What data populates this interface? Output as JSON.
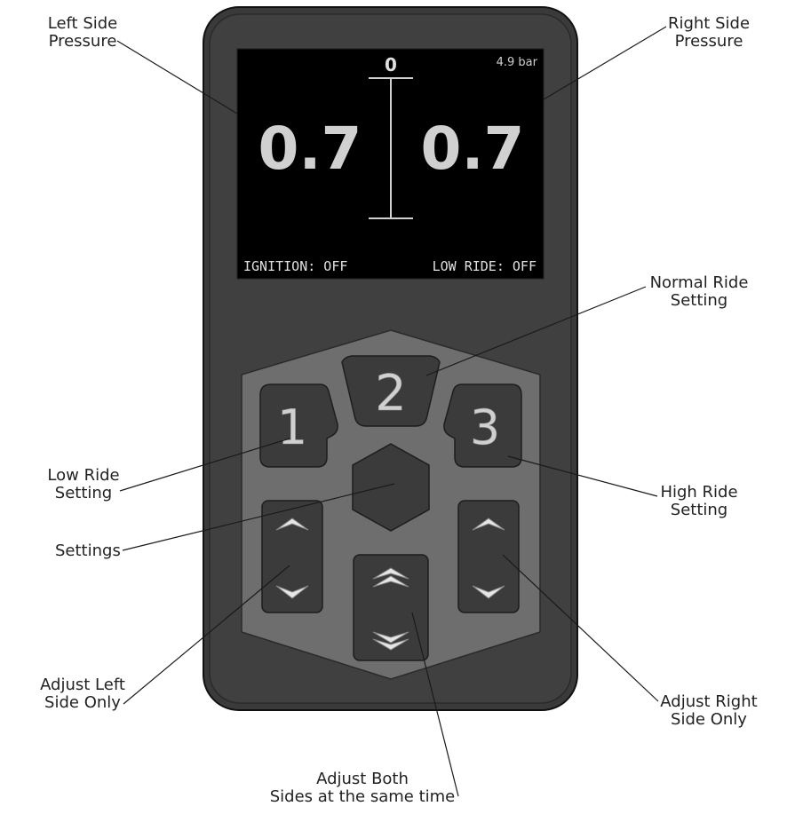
{
  "callouts": {
    "left_pressure": [
      "Left Side",
      "Pressure"
    ],
    "right_pressure": [
      "Right Side",
      "Pressure"
    ],
    "normal_ride": [
      "Normal Ride",
      "Setting"
    ],
    "low_ride": [
      "Low Ride",
      "Setting"
    ],
    "high_ride": [
      "High Ride",
      "Setting"
    ],
    "settings": [
      "Settings"
    ],
    "adjust_left": [
      "Adjust Left",
      "Side Only"
    ],
    "adjust_right": [
      "Adjust Right",
      "Side Only"
    ],
    "adjust_both": [
      "Adjust Both",
      "Sides at the same time"
    ]
  },
  "display": {
    "tank_pressure": "4.9 bar",
    "center_value": "0",
    "left_value": "0.7",
    "right_value": "0.7",
    "ignition_status": "IGNITION: OFF",
    "low_ride_status": "LOW RIDE: OFF"
  },
  "buttons": {
    "preset_1": "1",
    "preset_2": "2",
    "preset_3": "3"
  },
  "colors": {
    "casing": "#3a3a3a",
    "casing_inner": "#404040",
    "screen": "#000000",
    "keypad_panel": "#6e6e6e",
    "button": "#3b3b3b",
    "screen_text": "#cfcfcf"
  }
}
